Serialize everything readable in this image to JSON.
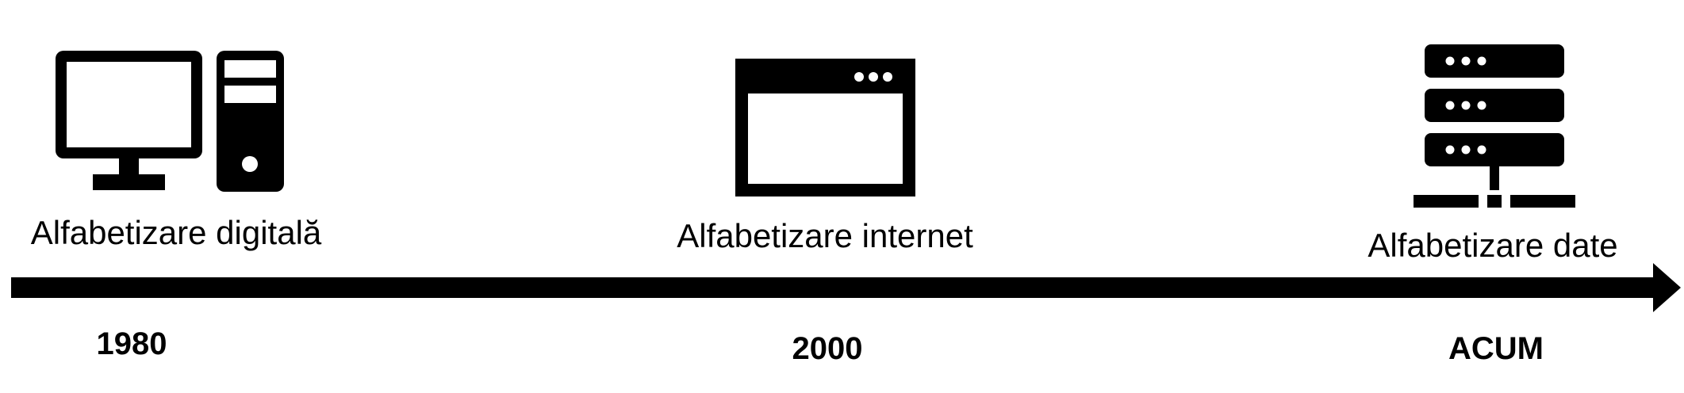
{
  "stages": [
    {
      "icon": "desktop-computer-icon",
      "label": "Alfabetizare digitală",
      "period": "1980"
    },
    {
      "icon": "browser-window-icon",
      "label": "Alfabetizare internet",
      "period": "2000"
    },
    {
      "icon": "database-server-icon",
      "label": "Alfabetizare date",
      "period": "ACUM"
    }
  ],
  "timeline": {
    "direction": "left-to-right",
    "color": "#000000"
  }
}
